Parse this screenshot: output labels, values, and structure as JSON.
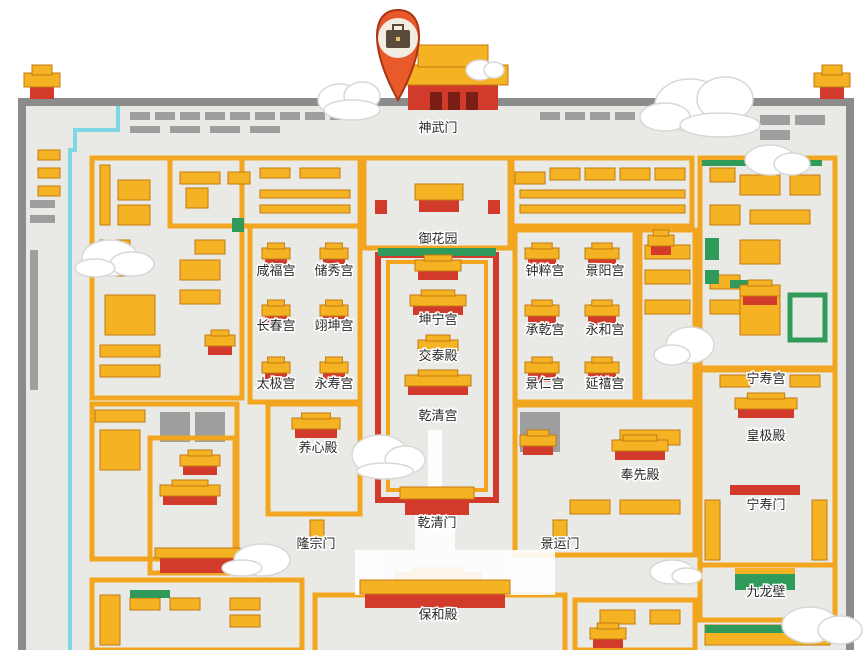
{
  "map": {
    "colors": {
      "wall": "#f2a51e",
      "wall_dark": "#c47a10",
      "ground": "#e9e9e6",
      "outer_wall": "#8c8c8c",
      "roof": "#f5b324",
      "hall": "#d23b2b",
      "green": "#2f9a5a",
      "moat": "#7fd7e6",
      "cloud": "#ffffff",
      "pin": "#e85a2a"
    },
    "pin_icon": "briefcase-icon",
    "labels": {
      "shenwumen": "神武门",
      "yuhuayuan": "御花园",
      "xianfugong": "咸福宫",
      "chuxiugong": "储秀宫",
      "zhongcuigong": "钟粹宫",
      "jingyanggong": "景阳宫",
      "changchungong": "长春宫",
      "yikungong": "翊坤宫",
      "kunninggong": "坤宁宫",
      "chengqiangong": "承乾宫",
      "yonghegong": "永和宫",
      "jiaotaidian": "交泰殿",
      "taijidian": "太极宫",
      "yongshougong": "永寿宫",
      "jingrengong": "景仁宫",
      "yanxigong": "延禧宫",
      "ningshougong": "宁寿宫",
      "qianqinggong": "乾清宫",
      "yangxindian": "养心殿",
      "huangjidian": "皇极殿",
      "fengxiandian": "奉先殿",
      "qianqingmen": "乾清门",
      "ningshoumen": "宁寿门",
      "longzongmen": "隆宗门",
      "jingyunmen": "景运门",
      "jiulongbi": "九龙壁",
      "baohedian": "保和殿"
    }
  }
}
